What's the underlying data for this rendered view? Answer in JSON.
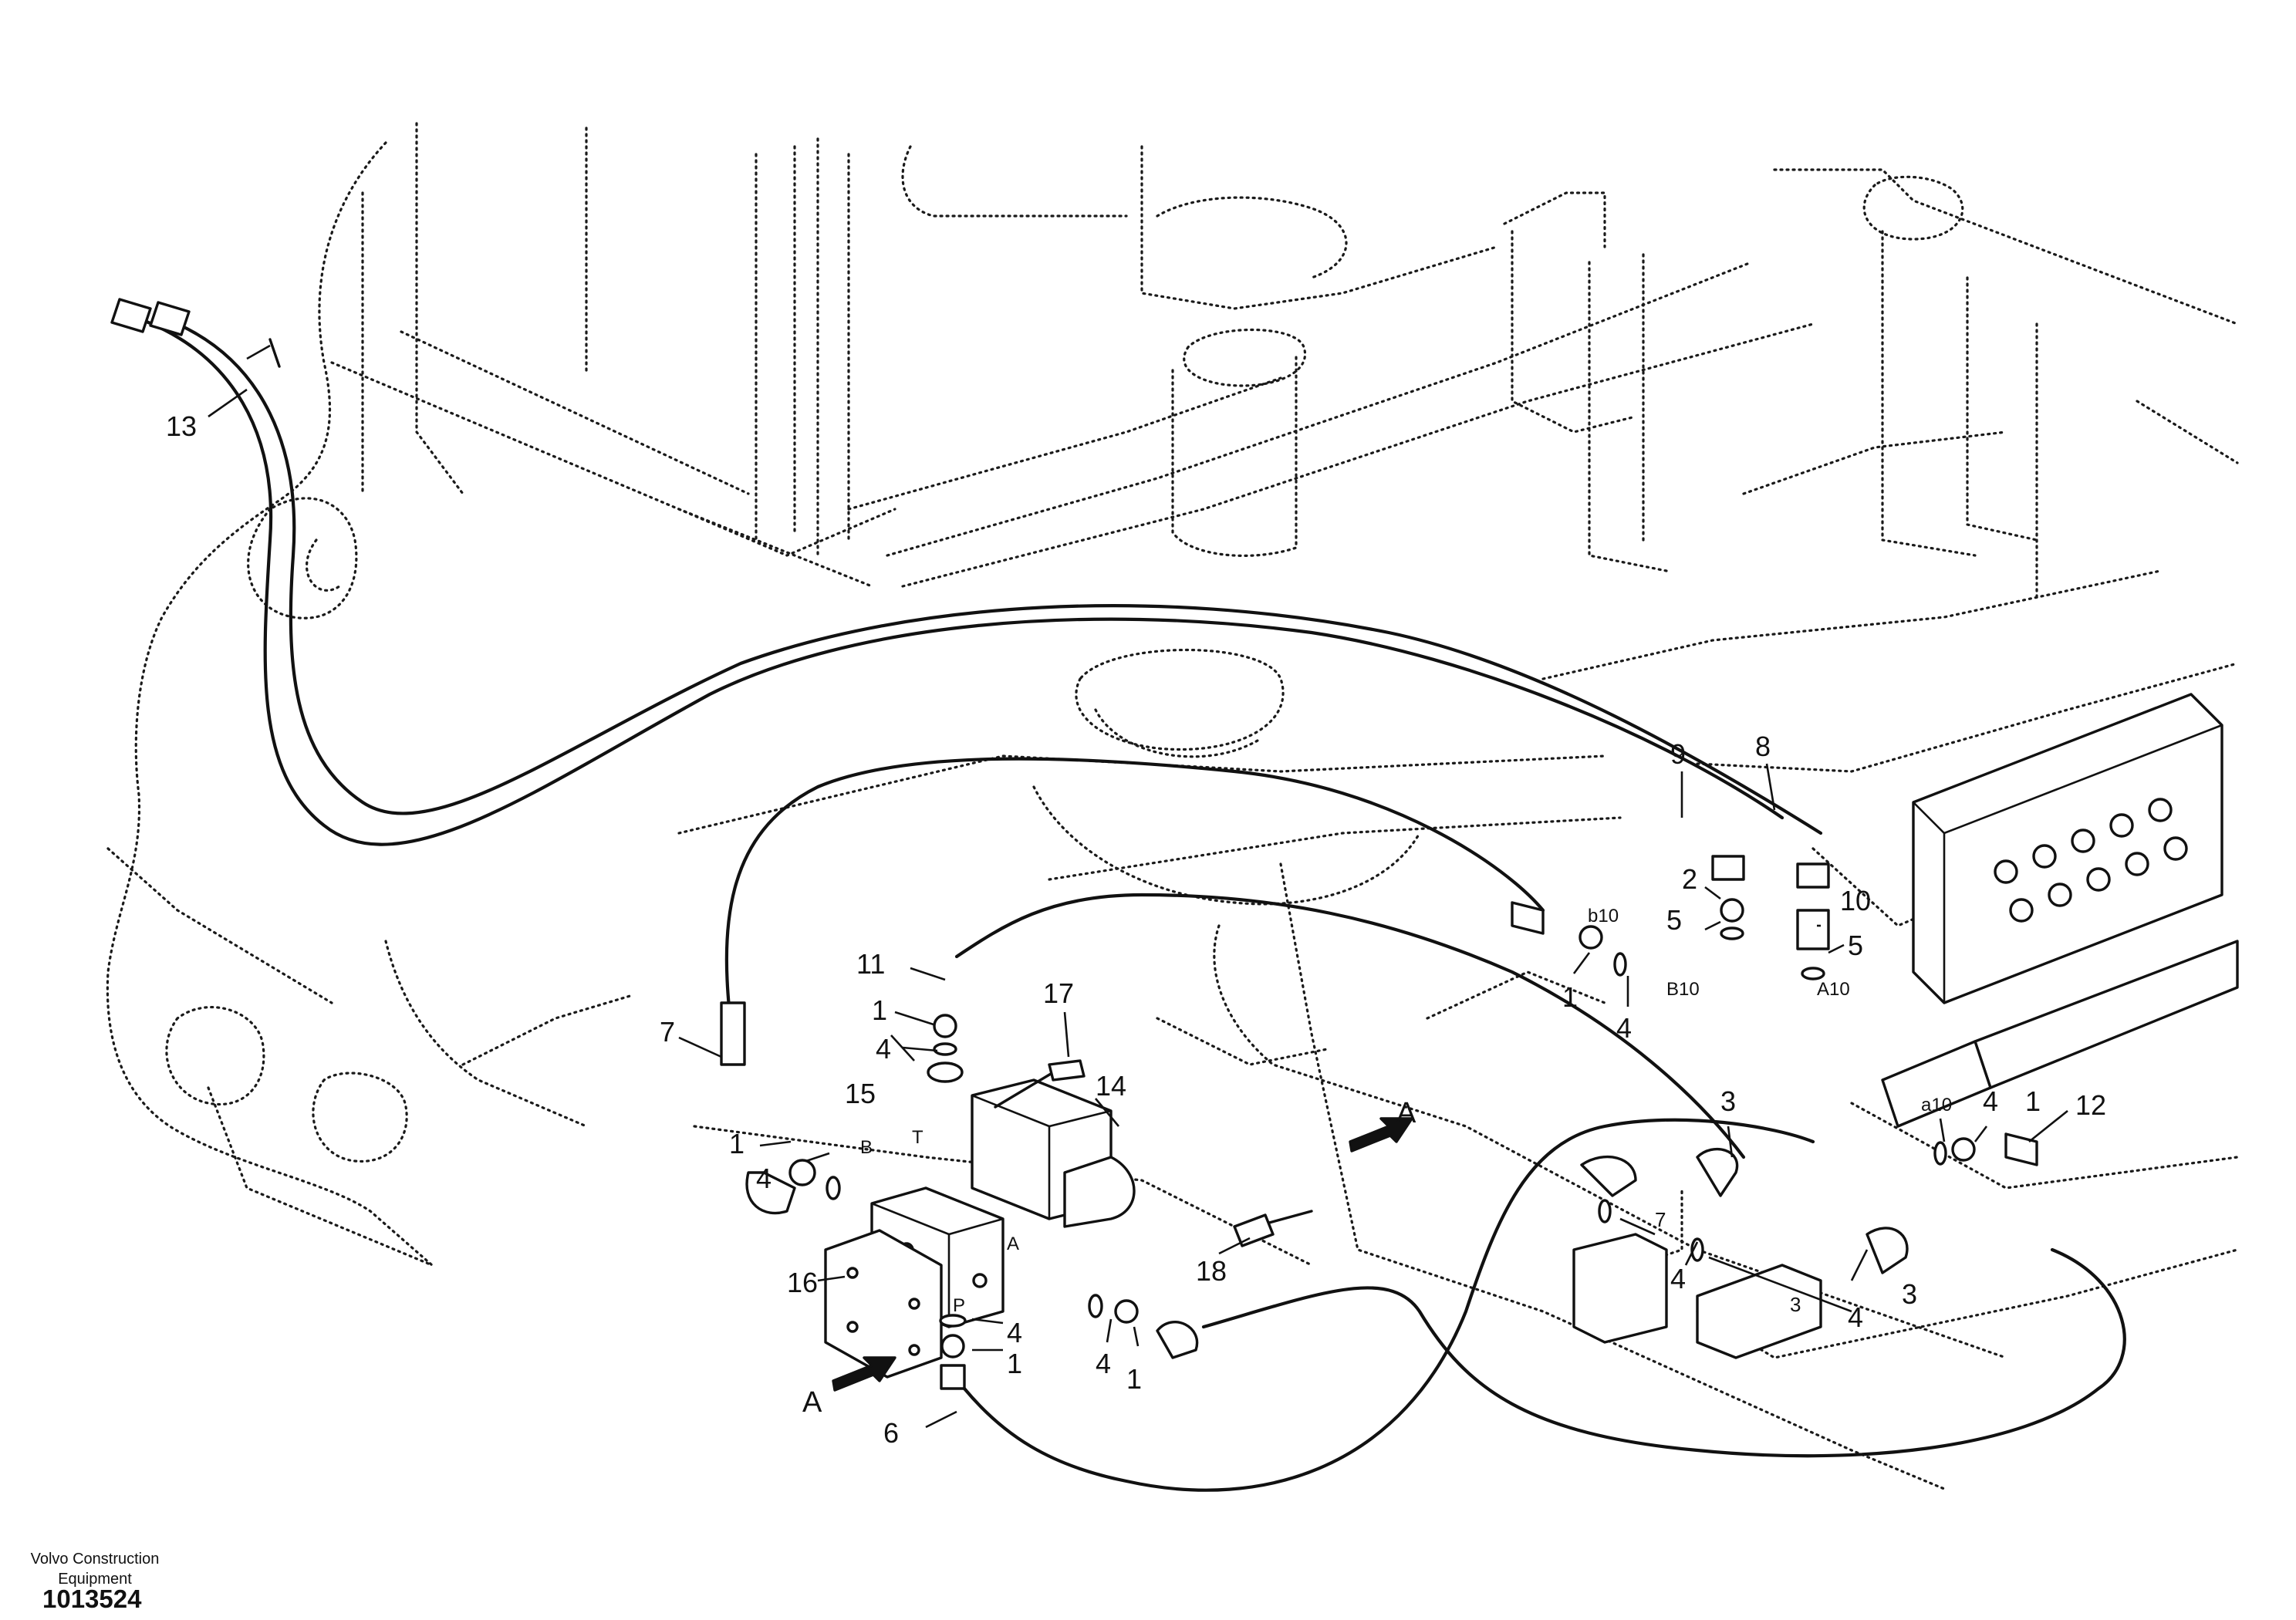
{
  "footer": {
    "brand_line1": "Volvo Construction",
    "brand_line2": "Equipment",
    "drawing_number": "1013524"
  },
  "callouts": {
    "c1_a": "1",
    "c1_b": "1",
    "c1_c": "1",
    "c1_d": "1",
    "c1_e": "1",
    "c1_f": "1",
    "c2": "2",
    "c3_a": "3",
    "c3_b": "3",
    "c3_c": "3",
    "c4_a": "4",
    "c4_b": "4",
    "c4_c": "4",
    "c4_d": "4",
    "c4_e": "4",
    "c4_f": "4",
    "c4_g": "4",
    "c4_h": "4",
    "c5_a": "5",
    "c5_b": "5",
    "c6": "6",
    "c7_a": "7",
    "c7_b": "7",
    "c8": "8",
    "c9": "9",
    "c10": "10",
    "c11": "11",
    "c12": "12",
    "c13": "13",
    "c14": "14",
    "c15": "15",
    "c16": "16",
    "c17": "17",
    "c18": "18"
  },
  "ports": {
    "b10": "b10",
    "B10": "B10",
    "A10": "A10",
    "a10": "a10",
    "B": "B",
    "T": "T",
    "A": "A",
    "P": "P"
  },
  "view_markers": {
    "view_a_1": "A",
    "view_a_2": "A"
  }
}
